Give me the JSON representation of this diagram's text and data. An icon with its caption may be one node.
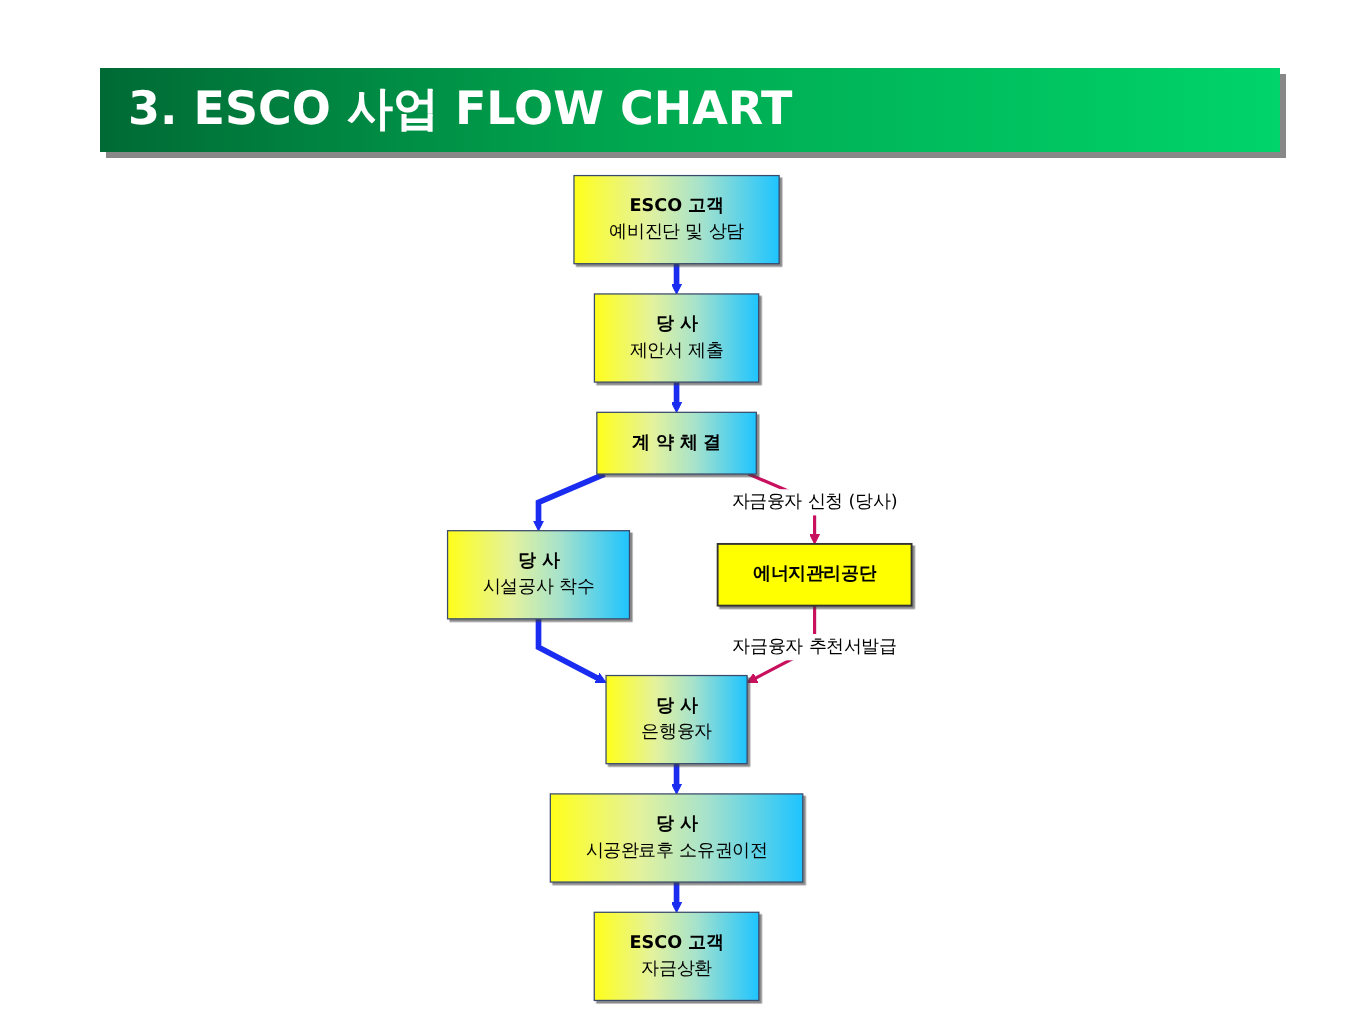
{
  "diagram": {
    "title": "3. ESCO 사업 FLOW CHART",
    "nodes": [
      {
        "text": [
          "ESCO 고객",
          "예비진단 및 상담"
        ]
      },
      {
        "text": [
          "당 사",
          "제안서 제출"
        ]
      },
      {
        "text": [
          "계 약 체 결"
        ]
      },
      {
        "text": [
          "에너지관리공단"
        ]
      },
      {
        "text": [
          "당 사",
          "시설공사 착수"
        ]
      },
      {
        "text": [
          "당 사",
          "은행융자"
        ]
      },
      {
        "text": [
          "당 사",
          "시공완료후 소유권이전"
        ]
      },
      {
        "text": [
          "ESCO 고객",
          "자금상환"
        ]
      }
    ],
    "edges": [
      {
        "from": 0,
        "to": 1,
        "arrow": "to"
      },
      {
        "from": 1,
        "to": 2,
        "arrow": "to"
      },
      {
        "from": 2,
        "to": 4,
        "arrow": "to"
      },
      {
        "from": 2,
        "to": 3,
        "arrow": "to",
        "label": "자금융자 신청 (당사)",
        "color": "#c8105e"
      },
      {
        "from": 4,
        "to": 5,
        "arrow": "to"
      },
      {
        "from": 3,
        "to": 5,
        "arrow": "to",
        "label": "자금융자 추천서발급",
        "color": "#c8105e"
      },
      {
        "from": 5,
        "to": 6,
        "arrow": "to"
      },
      {
        "from": 6,
        "to": 7,
        "arrow": "to"
      }
    ]
  }
}
